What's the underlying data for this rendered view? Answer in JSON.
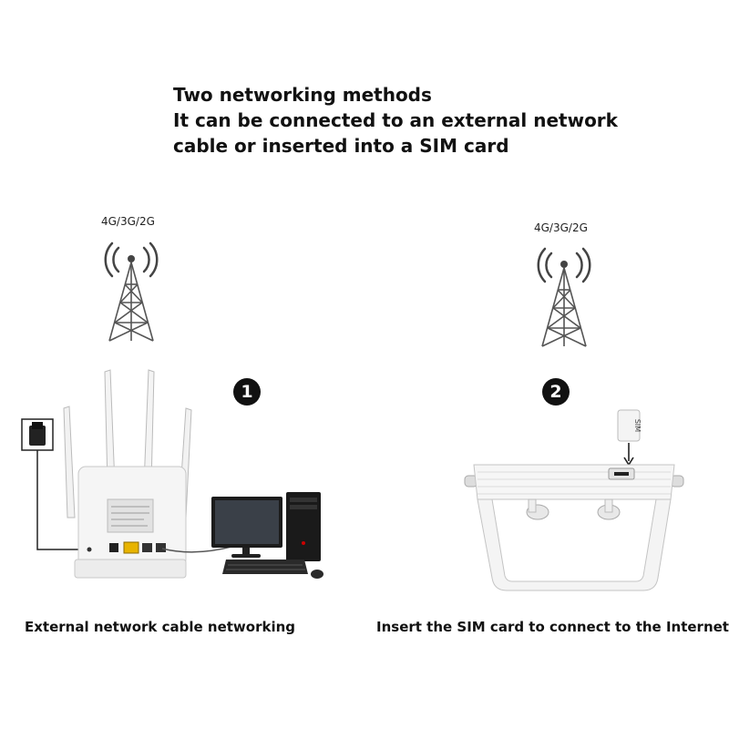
{
  "heading": {
    "line1": "Two networking methods",
    "line2": "It can be connected to an external network",
    "line3": "cable or inserted into a SIM card"
  },
  "method1": {
    "tower_label": "4G/3G/2G",
    "number": "❶",
    "caption": "External network cable networking",
    "icons": [
      "cell-tower-icon",
      "wall-socket-icon",
      "router-icon",
      "desktop-computer-icon",
      "keyboard-icon",
      "mouse-icon"
    ]
  },
  "method2": {
    "tower_label": "4G/3G/2G",
    "number": "❷",
    "caption": "Insert the SIM card to connect to the Internet",
    "sim_label": "SIM",
    "icons": [
      "cell-tower-icon",
      "sim-card-icon",
      "router-bottom-icon"
    ]
  }
}
